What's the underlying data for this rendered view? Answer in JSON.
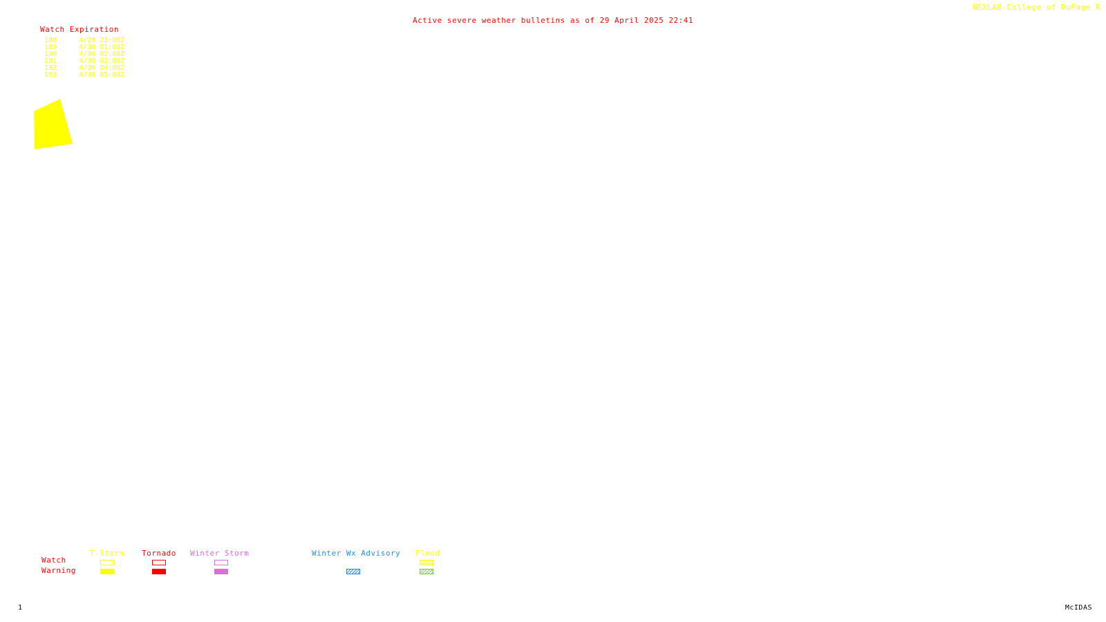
{
  "header": {
    "credit": "NEXLAB-College of DuPage R",
    "bulletin": "Active severe weather bulletins as of 29 April 2025 22:41"
  },
  "watches": {
    "title": "Watch Expiration",
    "rows": [
      {
        "number": "188",
        "expires": "4/29 23:00Z"
      },
      {
        "number": "189",
        "expires": "4/30 01:00Z"
      },
      {
        "number": "190",
        "expires": "4/30 02:00Z"
      },
      {
        "number": "191",
        "expires": "4/30 02:00Z"
      },
      {
        "number": "192",
        "expires": "4/30 04:00Z"
      },
      {
        "number": "193",
        "expires": "4/30 05:00Z"
      }
    ]
  },
  "map": {
    "polygons": [
      {
        "type": "T-Storm Warning",
        "color": "#ffff00"
      }
    ]
  },
  "legend": {
    "watch_label": "Watch",
    "warning_label": "Warning",
    "categories": [
      {
        "name": "T-Storm",
        "color": "#ffff00",
        "watch_style": "outline",
        "warning_style": "filled"
      },
      {
        "name": "Tornado",
        "color": "#ff0000",
        "watch_style": "outline",
        "warning_style": "filled"
      },
      {
        "name": "Winter Storm",
        "color": "#da70d6",
        "watch_style": "outline",
        "warning_style": "filled"
      },
      {
        "name": "Winter Wx Advisory",
        "color": "#1e90ff",
        "watch_style": "none",
        "warning_style": "hatched"
      },
      {
        "name": "Flood",
        "color": "#ffff00",
        "warning_color": "#7ccd3a",
        "watch_style": "hatched",
        "warning_style": "hatched"
      }
    ]
  },
  "footer": {
    "frame_number": "1",
    "software": "McIDAS"
  }
}
